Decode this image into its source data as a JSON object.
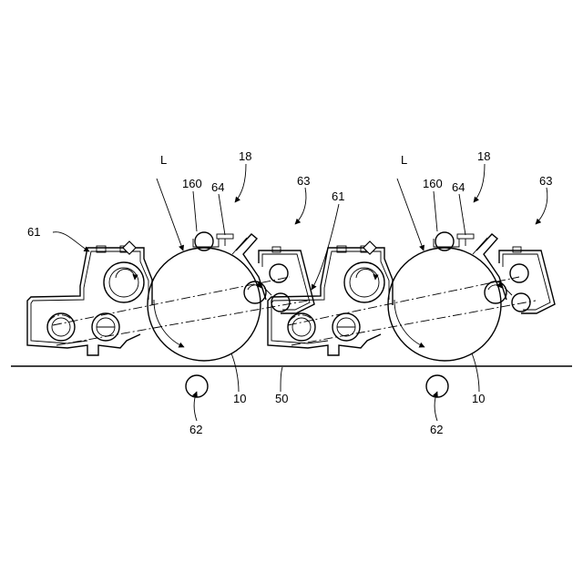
{
  "labels": {
    "L_left": "L",
    "l160_left": "160",
    "l64_left": "64",
    "l18_left": "18",
    "l63_left": "63",
    "l61_left": "61",
    "l61_mid": "61",
    "l10_left": "10",
    "l50": "50",
    "l62_left": "62",
    "L_right": "L",
    "l160_right": "160",
    "l64_right": "64",
    "l18_right": "18",
    "l63_right": "63",
    "l10_right": "10",
    "l62_right": "62"
  }
}
